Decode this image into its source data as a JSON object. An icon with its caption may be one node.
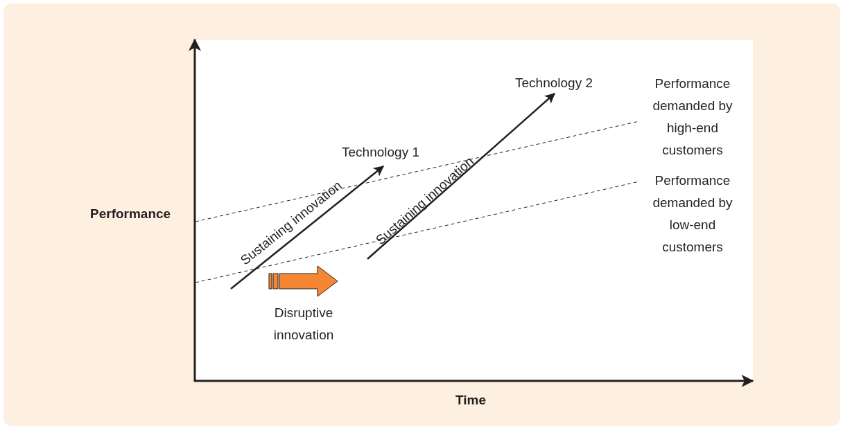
{
  "diagram": {
    "nodes": [
      {
        "text": [
          "Technology 1"
        ]
      },
      {
        "text": [
          "Technology 2"
        ]
      },
      {
        "text": [
          "Performance demanded by high-end customers"
        ]
      },
      {
        "text": [
          "Performance demanded by low-end customers"
        ]
      },
      {
        "text": [
          "Disruptive innovation"
        ]
      }
    ],
    "edges": [
      {
        "from": null,
        "to": 0,
        "arrow": "to",
        "label": "Sustaining innovation"
      },
      {
        "from": null,
        "to": 1,
        "arrow": "to",
        "label": "Sustaining innovation"
      },
      {
        "from": null,
        "to": 2,
        "arrow": "none",
        "style": "dashed"
      },
      {
        "from": null,
        "to": 3,
        "arrow": "none",
        "style": "dashed"
      }
    ],
    "labels": [
      "Performance",
      "Time"
    ]
  }
}
